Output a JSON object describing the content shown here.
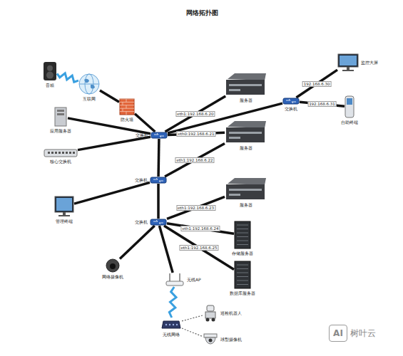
{
  "diagram": {
    "title": "网络拓扑图",
    "nodes": [
      {
        "text": [
          "音箱"
        ]
      },
      {
        "text": [
          "互联网"
        ]
      },
      {
        "text": [
          "防火墙"
        ]
      },
      {
        "text": [
          "应用服务器"
        ]
      },
      {
        "text": [
          "核心交换机"
        ]
      },
      {
        "text": [
          "交换机"
        ]
      },
      {
        "text": [
          "服务器"
        ]
      },
      {
        "text": [
          "交换机"
        ]
      },
      {
        "text": [
          "监控大屏"
        ]
      },
      {
        "text": [
          "自助终端"
        ]
      },
      {
        "text": [
          "服务器"
        ]
      },
      {
        "text": [
          "交换机"
        ]
      },
      {
        "text": [
          "管理终端"
        ]
      },
      {
        "text": [
          "交换机"
        ]
      },
      {
        "text": [
          "服务器"
        ]
      },
      {
        "text": [
          "存储服务器"
        ]
      },
      {
        "text": [
          "数据库服务器"
        ]
      },
      {
        "text": [
          "网络摄像机"
        ]
      },
      {
        "text": [
          "无线AP"
        ]
      },
      {
        "text": [
          "无线网络"
        ]
      },
      {
        "text": [
          "巡检机器人"
        ]
      },
      {
        "text": [
          "球型摄像机"
        ]
      }
    ],
    "edges": [
      {
        "from": 0,
        "to": 1,
        "arrow": "none"
      },
      {
        "from": 1,
        "to": 2,
        "arrow": "none"
      },
      {
        "from": 2,
        "to": 5,
        "arrow": "none"
      },
      {
        "from": 3,
        "to": 5,
        "arrow": "none"
      },
      {
        "from": 4,
        "to": 5,
        "arrow": "none"
      },
      {
        "from": 5,
        "to": 6,
        "label": "eth1:192.168.6.20",
        "arrow": "none"
      },
      {
        "from": 5,
        "to": 7,
        "arrow": "none"
      },
      {
        "from": 7,
        "to": 8,
        "label": "192.168.6.30",
        "arrow": "none"
      },
      {
        "from": 7,
        "to": 9,
        "label": "192.168.6.31",
        "arrow": "none"
      },
      {
        "from": 5,
        "to": 10,
        "label": "eth0:192.168.6.21",
        "arrow": "none"
      },
      {
        "from": 5,
        "to": 11,
        "arrow": "none"
      },
      {
        "from": 11,
        "to": 10,
        "label": "eth1:192.168.6.22",
        "arrow": "none"
      },
      {
        "from": 12,
        "to": 11,
        "arrow": "none"
      },
      {
        "from": 11,
        "to": 13,
        "arrow": "none"
      },
      {
        "from": 13,
        "to": 14,
        "label": "eth1:192.168.6.23",
        "arrow": "none"
      },
      {
        "from": 13,
        "to": 15,
        "label": "eth1:192.168.6.24",
        "arrow": "none"
      },
      {
        "from": 13,
        "to": 16,
        "label": "eth1:192.168.6.25",
        "arrow": "none"
      },
      {
        "from": 13,
        "to": 17,
        "arrow": "none"
      },
      {
        "from": 13,
        "to": 18,
        "arrow": "none"
      },
      {
        "from": 18,
        "to": 19,
        "arrow": "none"
      },
      {
        "from": 19,
        "to": 20,
        "arrow": "none"
      },
      {
        "from": 19,
        "to": 21,
        "arrow": "none"
      }
    ],
    "labels": [
      "AI",
      "树叶云"
    ]
  }
}
